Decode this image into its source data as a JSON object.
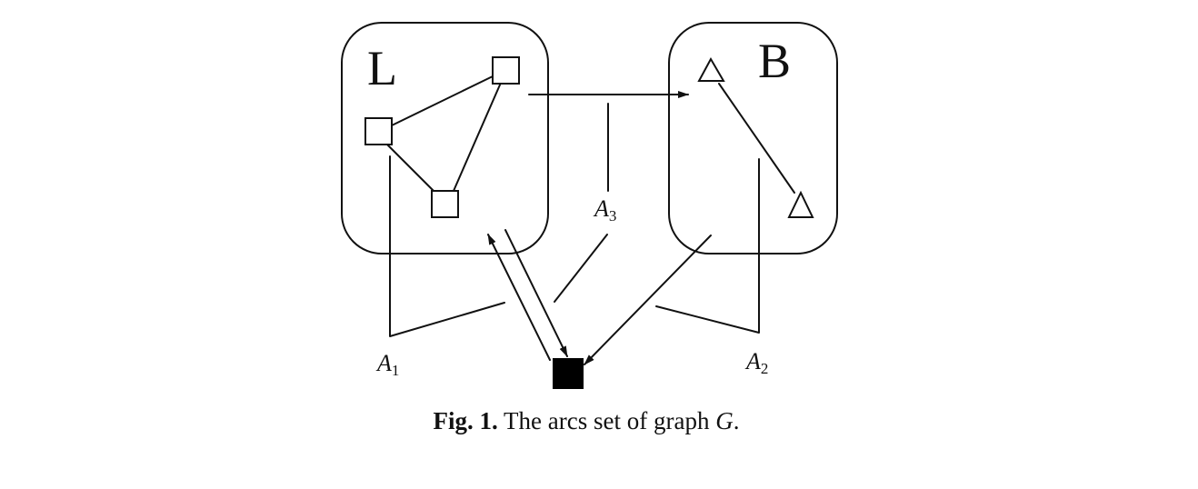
{
  "figure": {
    "boxes": {
      "left": {
        "letter": "L"
      },
      "right": {
        "letter": "B"
      }
    },
    "arc_labels": {
      "a1": {
        "main": "A",
        "sub": "1"
      },
      "a2": {
        "main": "A",
        "sub": "2"
      },
      "a3": {
        "main": "A",
        "sub": "3"
      }
    },
    "caption": {
      "label": "Fig. 1.",
      "text_before": " The arcs set of graph ",
      "variable": "G",
      "text_after": "."
    }
  }
}
